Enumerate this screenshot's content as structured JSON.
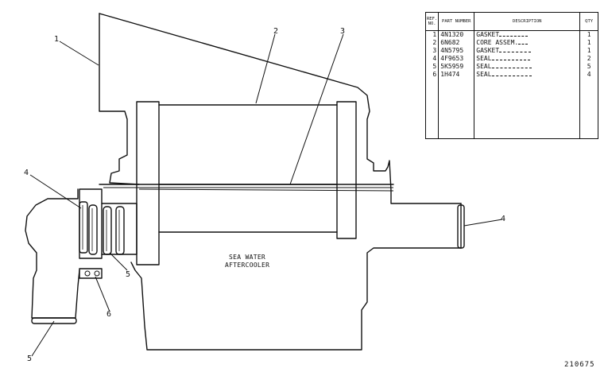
{
  "callouts": [
    {
      "label": "1"
    },
    {
      "label": "2"
    },
    {
      "label": "3"
    },
    {
      "label": "4"
    },
    {
      "label": "4"
    },
    {
      "label": "5"
    },
    {
      "label": "5"
    },
    {
      "label": "6"
    }
  ],
  "caption": {
    "line1": "SEA WATER",
    "line2": "AFTERCOOLER"
  },
  "figure_number": "210675",
  "parts_table": {
    "headers": {
      "ref": "REF. NO.",
      "part": "PART NUMBER",
      "desc": "DESCRIPTION",
      "qty": "QTY"
    },
    "rows": [
      {
        "ref": "1",
        "part": "4N1320",
        "desc": "GASKET",
        "qty": "1"
      },
      {
        "ref": "2",
        "part": "6N682",
        "desc": "CORE ASSEM.",
        "qty": "1"
      },
      {
        "ref": "3",
        "part": "4N5795",
        "desc": "GASKET",
        "qty": "1"
      },
      {
        "ref": "4",
        "part": "4F9653",
        "desc": "SEAL",
        "qty": "2"
      },
      {
        "ref": "5",
        "part": "5K5959",
        "desc": "SEAL",
        "qty": "5"
      },
      {
        "ref": "6",
        "part": "1H474",
        "desc": "SEAL",
        "qty": "4"
      }
    ]
  }
}
